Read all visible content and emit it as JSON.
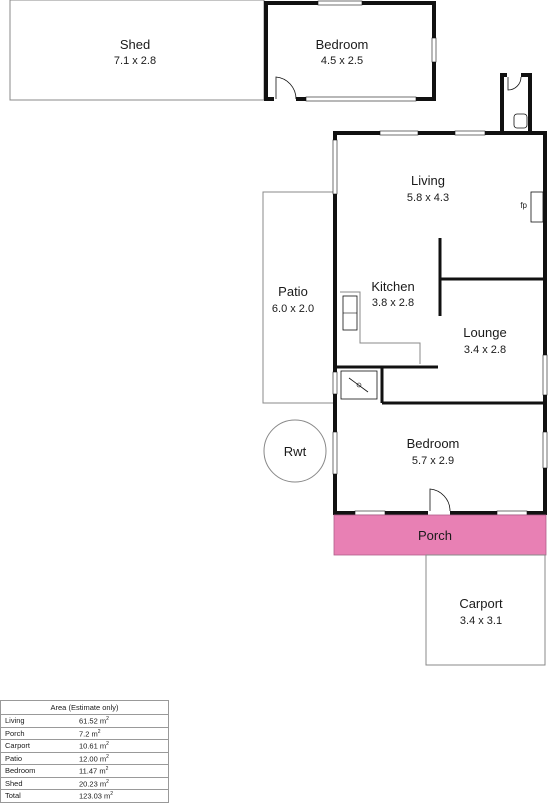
{
  "rooms": {
    "shed": {
      "name": "Shed",
      "dims": "7.1 x 2.8"
    },
    "bedroom_top": {
      "name": "Bedroom",
      "dims": "4.5 x 2.5"
    },
    "living": {
      "name": "Living",
      "dims": "5.8 x 4.3"
    },
    "fireplace": "fp",
    "kitchen": {
      "name": "Kitchen",
      "dims": "3.8 x 2.8"
    },
    "patio": {
      "name": "Patio",
      "dims": "6.0 x 2.0"
    },
    "lounge": {
      "name": "Lounge",
      "dims": "3.4 x 2.8"
    },
    "rwt": "Rwt",
    "bedroom_main": {
      "name": "Bedroom",
      "dims": "5.7 x 2.9"
    },
    "porch": {
      "name": "Porch"
    },
    "carport": {
      "name": "Carport",
      "dims": "3.4 x 3.1"
    }
  },
  "colors": {
    "porch": "#e880b4",
    "wall": "#111111"
  },
  "area_table": {
    "title": "Area (Estimate only)",
    "unit": "m",
    "unit_power": "2",
    "rows": [
      {
        "label": "Living",
        "value": "61.52"
      },
      {
        "label": "Porch",
        "value": "7.2"
      },
      {
        "label": "Carport",
        "value": "10.61"
      },
      {
        "label": "Patio",
        "value": "12.00"
      },
      {
        "label": "Bedroom",
        "value": "11.47"
      },
      {
        "label": "Shed",
        "value": "20.23"
      },
      {
        "label": "Total",
        "value": "123.03"
      }
    ]
  }
}
